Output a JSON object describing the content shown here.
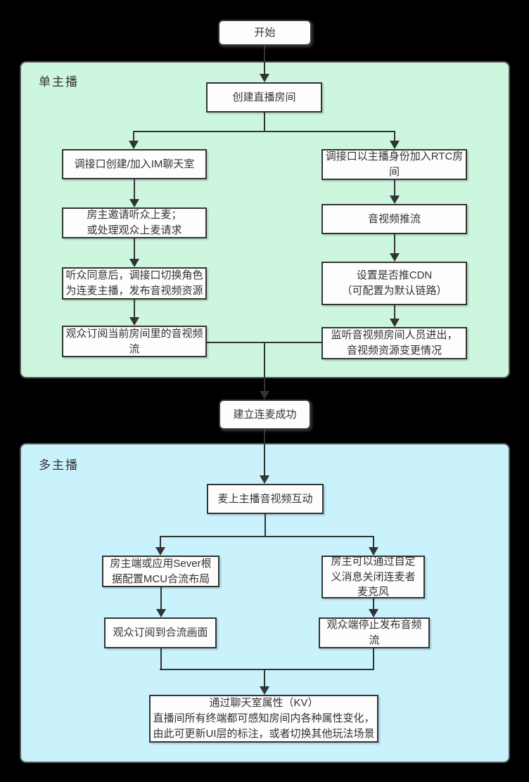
{
  "colors": {
    "background": "#000000",
    "single_panel": "#ccf7de",
    "multi_panel": "#c9f2fc",
    "node_fill": "#fdfdfd",
    "node_border": "#333333",
    "line": "#333333",
    "text": "#333333"
  },
  "sections": {
    "single": "单主播",
    "multi": "多主播"
  },
  "nodes": {
    "start": "开始",
    "create_room": "创建直播房间",
    "im_create_join": "调接口创建/加入IM聊天室",
    "invite_listeners": "房主邀请听众上麦；\n或处理观众上麦请求",
    "switch_role": "听众同意后，调接口切换角色\n为连麦主播，发布音视频资源",
    "subscribe_streams": "观众订阅当前房间里的音视频\n流",
    "join_rtc": "调接口以主播身份加入RTC房\n间",
    "push_stream": "音视频推流",
    "cdn_config": "设置是否推CDN\n（可配置为默认链路）",
    "monitor_room": "监听音视频房间人员进出，\n音视频资源变更情况",
    "link_success": "建立连麦成功",
    "mic_interact": "麦上主播音视频互动",
    "mcu_layout": "房主端或应用Sever根\n据配置MCU合流布局",
    "subscribe_merged": "观众订阅到合流画面",
    "close_mic": "房主可以通过自定\n义消息关闭连麦者\n麦克风",
    "stop_audio": "观众端停止发布音频\n流",
    "chatroom_kv": "通过聊天室属性（KV）\n直播间所有终端都可感知房间内各种属性变化，\n由此可更新UI层的标注，或者切换其他玩法场景"
  }
}
